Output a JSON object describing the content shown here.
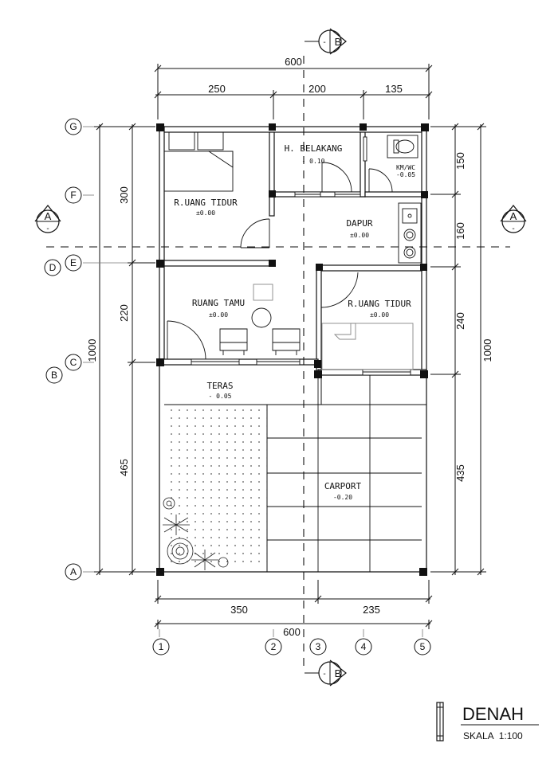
{
  "dimensions": {
    "top_total": "600",
    "top_segments": [
      "250",
      "200",
      "135"
    ],
    "bottom_total": "600",
    "bottom_segments": [
      "350",
      "235"
    ],
    "left_total": "1000",
    "left_segments": [
      "300",
      "220",
      "465"
    ],
    "right_total": "1000",
    "right_segments": [
      "150",
      "160",
      "240",
      "435"
    ]
  },
  "grid_rows": [
    "G",
    "F",
    "E",
    "D",
    "C",
    "B",
    "A"
  ],
  "grid_cols": [
    "1",
    "2",
    "3",
    "4",
    "5"
  ],
  "section_marks": {
    "a_letter": "A",
    "b_letter": "B",
    "dash": "-"
  },
  "rooms": [
    {
      "name": "R.UANG TIDUR",
      "level": "±0.00"
    },
    {
      "name": "H. BELAKANG",
      "level": "- 0.10"
    },
    {
      "name": "KM/WC",
      "level": "-0.05"
    },
    {
      "name": "DAPUR",
      "level": "±0.00"
    },
    {
      "name": "RUANG TAMU",
      "level": "±0.00"
    },
    {
      "name": "R.UANG TIDUR",
      "level": "±0.00"
    },
    {
      "name": "TERAS",
      "level": "- 0.05"
    },
    {
      "name": "CARPORT",
      "level": "-0.20"
    }
  ],
  "title_block": {
    "title": "DENAH",
    "scale": "SKALA  1:100"
  },
  "colors": {
    "line": "#111111",
    "wall": "#111111",
    "light_line": "#777777"
  }
}
